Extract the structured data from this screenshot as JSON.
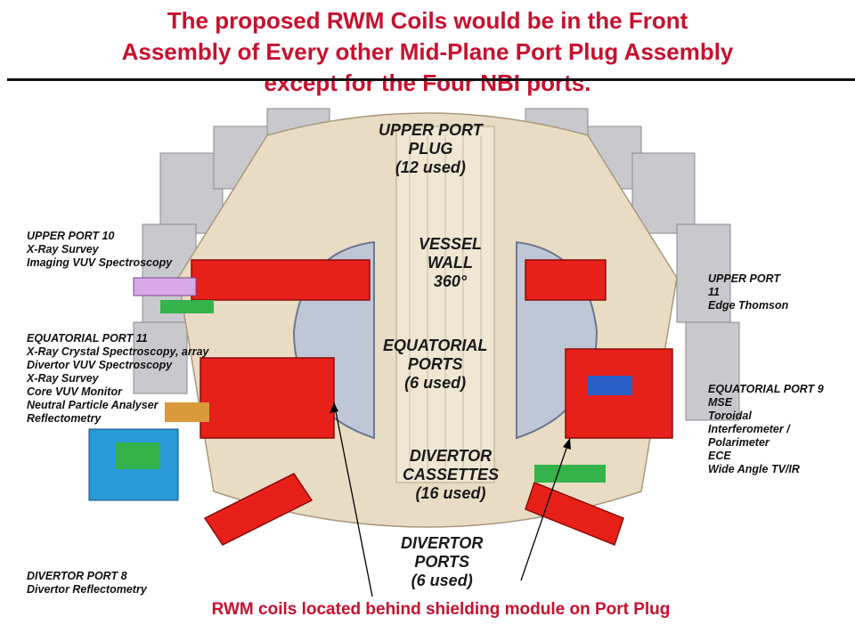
{
  "title": {
    "line1": "The proposed RWM Coils would be in the Front",
    "line2": "Assembly of Every other Mid-Plane Port Plug Assembly",
    "line3": "except for the Four NBI ports."
  },
  "labels": {
    "upper_port_plug": [
      "UPPER PORT",
      "PLUG",
      "(12 used)"
    ],
    "vessel_wall": [
      "VESSEL",
      "WALL",
      "360°"
    ],
    "equatorial_ports": [
      "EQUATORIAL",
      "PORTS",
      "(6 used)"
    ],
    "divertor_cassettes": [
      "DIVERTOR",
      "CASSETTES",
      "(16 used)"
    ],
    "divertor_ports": [
      "DIVERTOR",
      "PORTS",
      "(6 used)"
    ],
    "upper_port_10": [
      "UPPER PORT 10",
      "X-Ray Survey",
      "Imaging VUV Spectroscopy"
    ],
    "equatorial_port_11": [
      "EQUATORIAL PORT 11",
      "X-Ray Crystal Spectroscopy, array",
      "Divertor VUV Spectroscopy",
      "X-Ray Survey",
      "Core VUV Monitor",
      "Neutral Particle Analyser",
      "Reflectometry"
    ],
    "divertor_port_8": [
      "DIVERTOR PORT 8",
      "Divertor Reflectometry"
    ],
    "upper_port_11": [
      "UPPER PORT",
      "11",
      "Edge Thomson"
    ],
    "equatorial_port_9": [
      "EQUATORIAL PORT 9",
      "MSE",
      "Toroidal",
      "Interferometer /",
      "Polarimeter",
      "ECE",
      "Wide Angle TV/IR"
    ]
  },
  "caption": "RWM coils located behind shielding module on Port Plug",
  "colors": {
    "title": "#c8102e",
    "port_plug": "#e8201a",
    "vessel": "#e9dcc4",
    "port_casing": "#c8c8cc"
  }
}
